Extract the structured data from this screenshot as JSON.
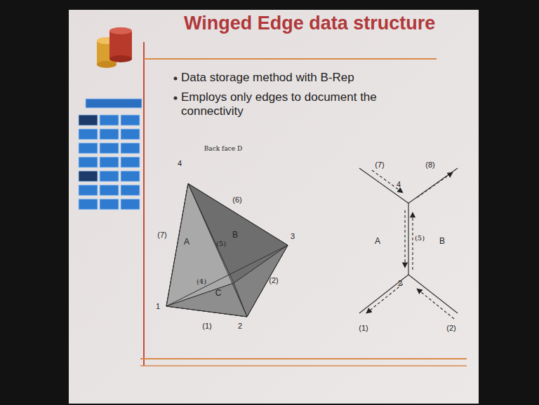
{
  "diagram": {
    "title": "Winged Edge data structure",
    "labels": [
      "Data storage method with B-Rep",
      "Employs only edges to document the connectivity",
      "4",
      "Back face D",
      "(6)",
      "(7)",
      "A",
      "(5)",
      "B",
      "3",
      "(4)",
      "C",
      "(2)",
      "1",
      "2",
      "(1)",
      "(7)",
      "(8)",
      "4",
      "A",
      "(5)",
      "B",
      "2",
      "(1)",
      "(2)"
    ]
  }
}
